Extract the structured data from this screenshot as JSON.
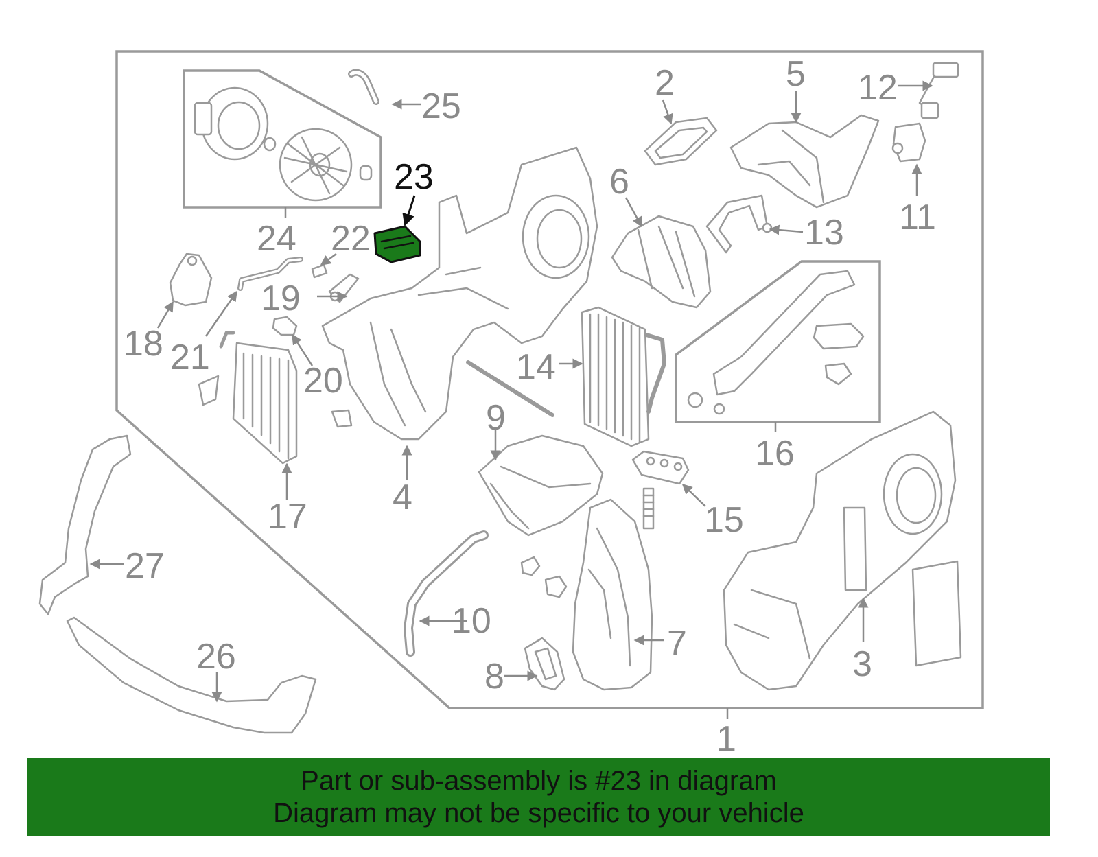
{
  "diagram": {
    "callouts": [
      {
        "id": "1",
        "label": "1"
      },
      {
        "id": "2",
        "label": "2"
      },
      {
        "id": "3",
        "label": "3"
      },
      {
        "id": "4",
        "label": "4"
      },
      {
        "id": "5",
        "label": "5"
      },
      {
        "id": "6",
        "label": "6"
      },
      {
        "id": "7",
        "label": "7"
      },
      {
        "id": "8",
        "label": "8"
      },
      {
        "id": "9",
        "label": "9"
      },
      {
        "id": "10",
        "label": "10"
      },
      {
        "id": "11",
        "label": "11"
      },
      {
        "id": "12",
        "label": "12"
      },
      {
        "id": "13",
        "label": "13"
      },
      {
        "id": "14",
        "label": "14"
      },
      {
        "id": "15",
        "label": "15"
      },
      {
        "id": "16",
        "label": "16"
      },
      {
        "id": "17",
        "label": "17"
      },
      {
        "id": "18",
        "label": "18"
      },
      {
        "id": "19",
        "label": "19"
      },
      {
        "id": "20",
        "label": "20"
      },
      {
        "id": "21",
        "label": "21"
      },
      {
        "id": "22",
        "label": "22"
      },
      {
        "id": "23",
        "label": "23"
      },
      {
        "id": "24",
        "label": "24"
      },
      {
        "id": "25",
        "label": "25"
      },
      {
        "id": "26",
        "label": "26"
      },
      {
        "id": "27",
        "label": "27"
      }
    ],
    "highlighted_part": "23",
    "highlight_color": "#1a7a1a",
    "line_color": "#9a9a9a"
  },
  "banner": {
    "line1": "Part or sub-assembly is #23 in diagram",
    "line2": "Diagram may not be specific to your vehicle",
    "background": "#1a7a1a"
  }
}
